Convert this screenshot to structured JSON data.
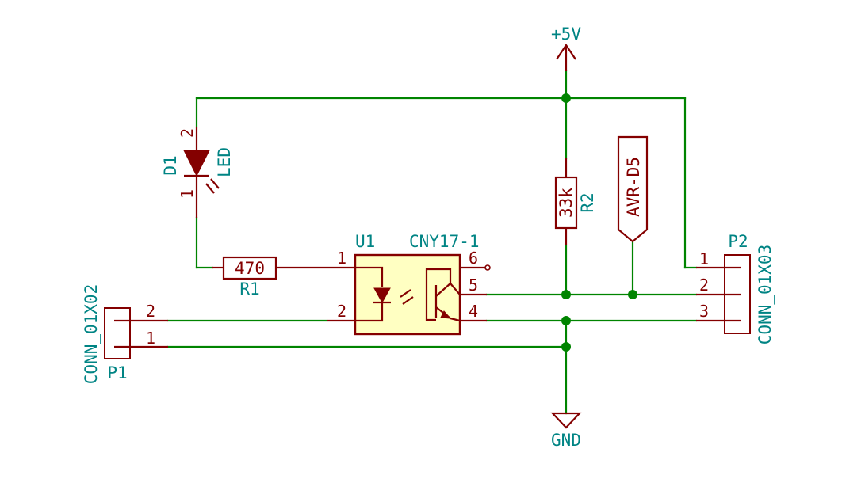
{
  "power": {
    "vcc": "+5V",
    "gnd": "GND"
  },
  "led": {
    "ref": "D1",
    "value": "LED",
    "pin_top": "2",
    "pin_bottom": "1"
  },
  "r1": {
    "value": "470",
    "ref": "R1"
  },
  "r2": {
    "value": "33k",
    "ref": "R2"
  },
  "u1": {
    "ref": "U1",
    "value": "CNY17-1",
    "pin1": "1",
    "pin2": "2",
    "pin4": "4",
    "pin5": "5",
    "pin6": "6"
  },
  "p1": {
    "value": "CONN_01X02",
    "ref": "P1",
    "pin1": "1",
    "pin2": "2"
  },
  "p2": {
    "value": "CONN_01X03",
    "ref": "P2",
    "pin1": "1",
    "pin2": "2",
    "pin3": "3"
  },
  "net_label": {
    "text": "AVR-D5"
  },
  "colors": {
    "wire": "#008400",
    "component": "#840000",
    "label": "#008484",
    "ic_fill": "#ffffc2"
  }
}
